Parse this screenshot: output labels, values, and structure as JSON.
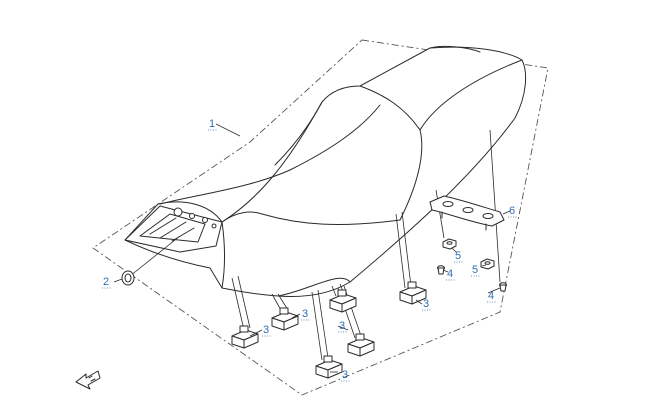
{
  "colors": {
    "callout": "#2f6fb5",
    "line": "#2b2b2b"
  },
  "icons": {
    "front_arrow": "front-direction-arrow-icon"
  },
  "callouts": [
    {
      "id": "c1",
      "label": "1"
    },
    {
      "id": "c2",
      "label": "2"
    },
    {
      "id": "c3a",
      "label": "3"
    },
    {
      "id": "c3b",
      "label": "3"
    },
    {
      "id": "c3c",
      "label": "3"
    },
    {
      "id": "c3d",
      "label": "3"
    },
    {
      "id": "c3e",
      "label": "3"
    },
    {
      "id": "c4a",
      "label": "4"
    },
    {
      "id": "c4b",
      "label": "4"
    },
    {
      "id": "c5a",
      "label": "5"
    },
    {
      "id": "c5b",
      "label": "5"
    },
    {
      "id": "c6",
      "label": "6"
    }
  ]
}
